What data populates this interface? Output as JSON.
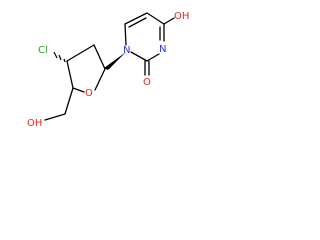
{
  "molecule": {
    "atoms": {
      "cl": {
        "label": "Cl",
        "color": "#2e9e2e"
      },
      "o_ring": {
        "label": "O",
        "color": "#e8241c"
      },
      "oh_hydroxymethyl": {
        "label": "OH",
        "color": "#e8241c"
      },
      "n1": {
        "label": "N",
        "color": "#2b33e6"
      },
      "n3": {
        "label": "N",
        "color": "#2b33e6"
      },
      "o_carbonyl": {
        "label": "O",
        "color": "#e8241c"
      },
      "oh_enol": {
        "label": "OH",
        "color": "#e8241c"
      }
    },
    "bond_color": "#000000"
  }
}
